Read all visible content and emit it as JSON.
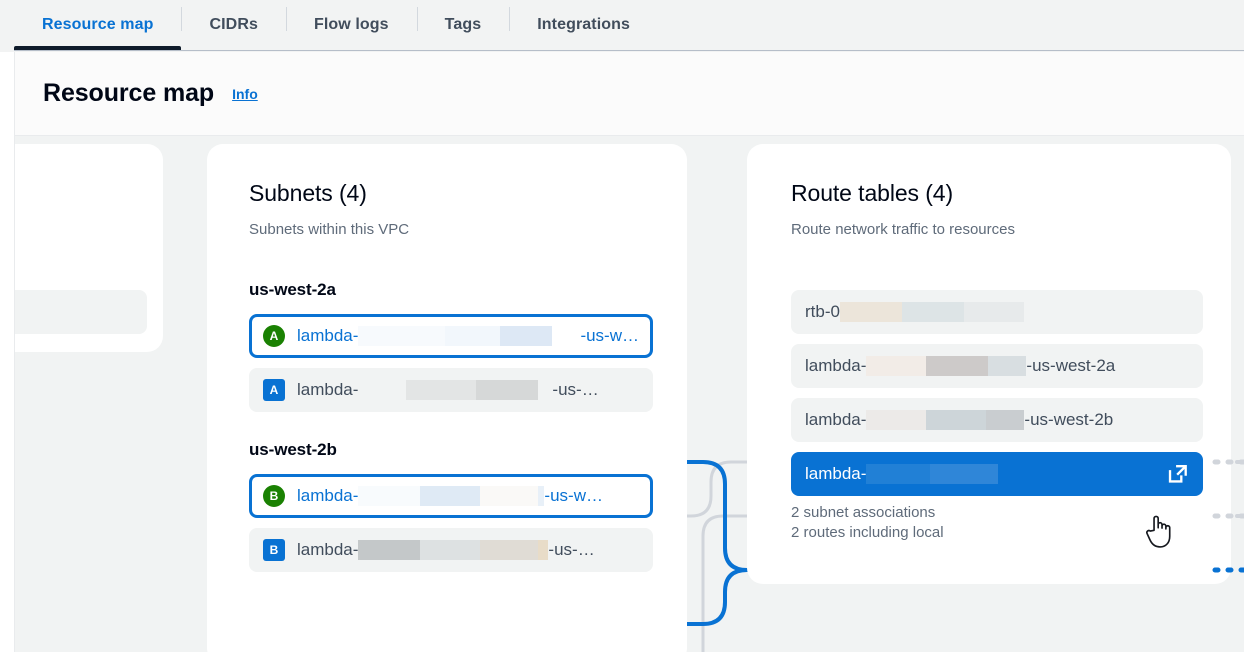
{
  "tabs": [
    {
      "label": "Resource map",
      "active": true
    },
    {
      "label": "CIDRs",
      "active": false
    },
    {
      "label": "Flow logs",
      "active": false
    },
    {
      "label": "Tags",
      "active": false
    },
    {
      "label": "Integrations",
      "active": false
    }
  ],
  "header": {
    "title": "Resource map",
    "info_label": "Info"
  },
  "colors": {
    "accent_blue": "#0972d3",
    "badge_green": "#1a8102",
    "page_bg": "#f1f3f3",
    "row_bg": "#f1f3f3",
    "active_tab_underline": "#0f1b2a",
    "connector_gray": "#d1d5db"
  },
  "cards": {
    "subnets": {
      "title": "Subnets (4)",
      "subtitle": "Subnets within this VPC",
      "groups": [
        {
          "az": "us-west-2a",
          "rows": [
            {
              "badge": "A",
              "badge_style": "green",
              "prefix": "lambda-",
              "suffix": "-us-w…",
              "state": "selected-outline"
            },
            {
              "badge": "A",
              "badge_style": "blue",
              "prefix": "lambda-",
              "suffix": "-us-…",
              "state": "normal"
            }
          ]
        },
        {
          "az": "us-west-2b",
          "rows": [
            {
              "badge": "B",
              "badge_style": "green",
              "prefix": "lambda-",
              "suffix": "-us-w…",
              "state": "selected-outline"
            },
            {
              "badge": "B",
              "badge_style": "blue",
              "prefix": "lambda-",
              "suffix": "-us-…",
              "state": "normal"
            }
          ]
        }
      ]
    },
    "route_tables": {
      "title": "Route tables (4)",
      "subtitle": "Route network traffic to resources",
      "rows": [
        {
          "prefix": "rtb-0",
          "suffix": "",
          "state": "normal"
        },
        {
          "prefix": "lambda-",
          "suffix": "-us-west-2a",
          "state": "normal"
        },
        {
          "prefix": "lambda-",
          "suffix": "-us-west-2b",
          "state": "normal"
        },
        {
          "prefix": "lambda-",
          "suffix": "",
          "state": "selected-fill",
          "icon": "external-link-icon",
          "meta": [
            "2 subnet associations",
            "2 routes including local"
          ]
        }
      ]
    }
  }
}
